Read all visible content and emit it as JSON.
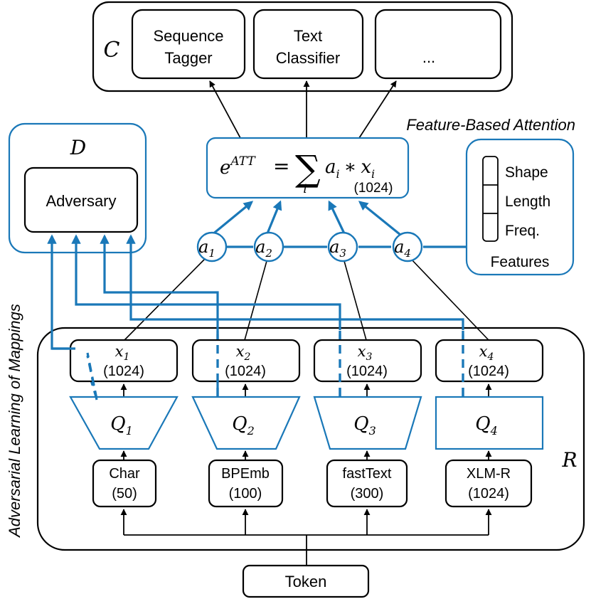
{
  "colors": {
    "ink": "#000000",
    "accent": "#1a78b8",
    "background": "#ffffff"
  },
  "classifiers": {
    "label": "C",
    "sequence_tagger": [
      "Sequence",
      "Tagger"
    ],
    "text_classifier": [
      "Text",
      "Classifier"
    ],
    "more": "..."
  },
  "attention": {
    "caption": "Feature-Based Attention",
    "lhs_base": "e",
    "lhs_sup": "ATT",
    "equals": "=",
    "sum": "∑",
    "sum_index": "i",
    "term_a": "a",
    "term_x": "x",
    "index": "i",
    "times": "∗",
    "dim": "(1024)"
  },
  "discriminator": {
    "label": "D",
    "adversary": "Adversary"
  },
  "features": {
    "items": [
      "Shape",
      "Length",
      "Freq."
    ],
    "label": "Features"
  },
  "weights": {
    "base": "a",
    "subs": [
      "1",
      "2",
      "3",
      "4"
    ]
  },
  "representation": {
    "label": "R",
    "side_caption": "Adversarial Learning of Mappings",
    "vectors": {
      "base": "x",
      "subs": [
        "1",
        "2",
        "3",
        "4"
      ],
      "dims": [
        "(1024)",
        "(1024)",
        "(1024)",
        "(1024)"
      ]
    },
    "mappings": {
      "base": "Q",
      "subs": [
        "1",
        "2",
        "3",
        "4"
      ]
    },
    "embeddings": [
      {
        "name": "Char",
        "dim": "(50)"
      },
      {
        "name": "BPEmb",
        "dim": "(100)"
      },
      {
        "name": "fastText",
        "dim": "(300)"
      },
      {
        "name": "XLM-R",
        "dim": "(1024)"
      }
    ]
  },
  "input": {
    "token": "Token"
  }
}
